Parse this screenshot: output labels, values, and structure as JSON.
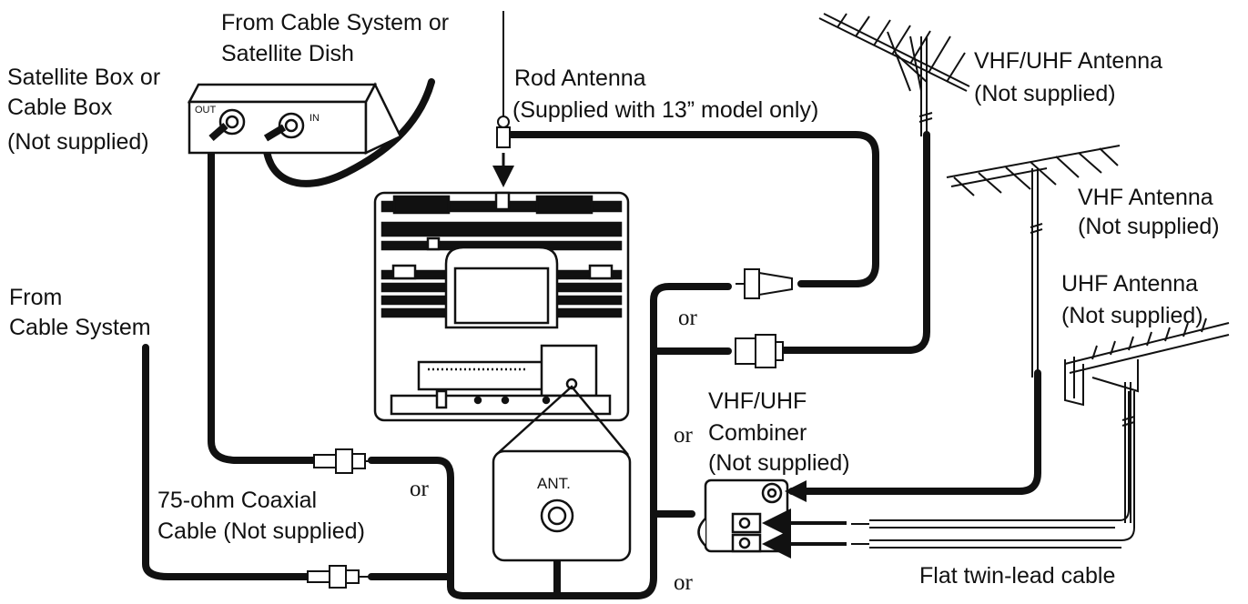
{
  "labels": {
    "from_cable_or_dish_1": "From Cable System or",
    "from_cable_or_dish_2": "Satellite Dish",
    "satellite_box_1": "Satellite Box or",
    "satellite_box_2": "Cable Box",
    "satellite_box_3": "(Not supplied)",
    "box_out": "OUT",
    "box_in": "IN",
    "rod_antenna_1": "Rod Antenna",
    "rod_antenna_2": "(Supplied with 13” model only)",
    "vhf_uhf_antenna_1": "VHF/UHF Antenna",
    "vhf_uhf_antenna_2": "(Not supplied)",
    "vhf_antenna_1": "VHF Antenna",
    "vhf_antenna_2": "(Not supplied)",
    "uhf_antenna_1": "UHF Antenna",
    "uhf_antenna_2": "(Not supplied)",
    "from_cable_system_1": "From",
    "from_cable_system_2": "Cable System",
    "coax_1": "75-ohm Coaxial",
    "coax_2": "Cable (Not supplied)",
    "combiner_1": "VHF/UHF",
    "combiner_2": "Combiner",
    "combiner_3": "(Not supplied)",
    "ant_jack": "ANT.",
    "twin_lead": "Flat twin-lead cable",
    "or": "or"
  }
}
